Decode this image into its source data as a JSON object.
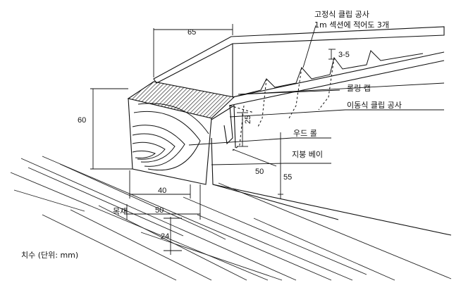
{
  "labels": {
    "fixed_clip_line1": "고정식 클립 공사",
    "fixed_clip_line2": "1m 섹션에 적어도 3개",
    "rolling_cap": "롤링 캡",
    "moving_clip": "이동식 클립 공사",
    "wood_roll": "우드 롤",
    "roof_bay": "지붕 베이",
    "timber": "목재",
    "unit_note": "치수 (단위: mm)"
  },
  "dimensions": {
    "top_width": "65",
    "height": "60",
    "gap": "3-5",
    "clip_height": "25",
    "bay_depth": "50",
    "bay_height": "55",
    "bottom_width": "40",
    "base_width": "50",
    "plank_thickness": "24"
  },
  "colors": {
    "ink": "#111111",
    "background": "#ffffff"
  }
}
